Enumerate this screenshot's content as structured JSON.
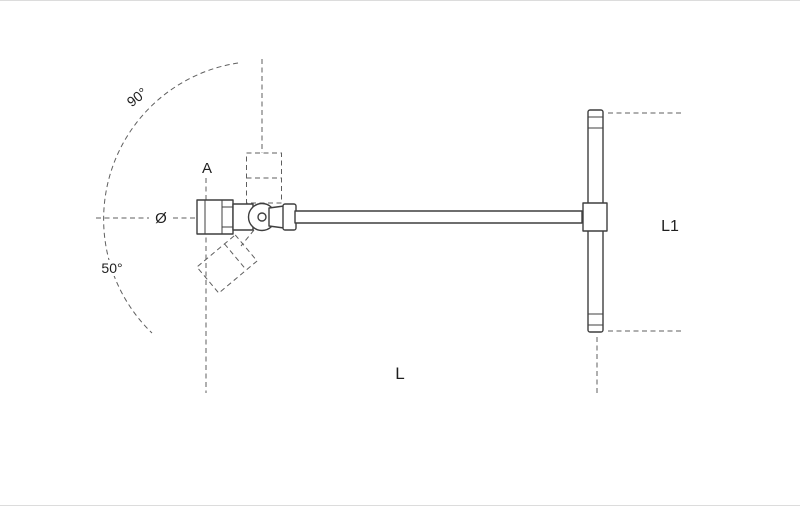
{
  "diagram": {
    "labels": {
      "angle_upper": "90°",
      "angle_lower": "50°",
      "socket_size": "A",
      "diameter": "Ø",
      "overall_length": "L",
      "handle_length": "L1"
    },
    "colors": {
      "line": "#3f3f3f",
      "dashed": "#5f5f5f",
      "text": "#1f1f1f",
      "background": "#ffffff"
    }
  }
}
